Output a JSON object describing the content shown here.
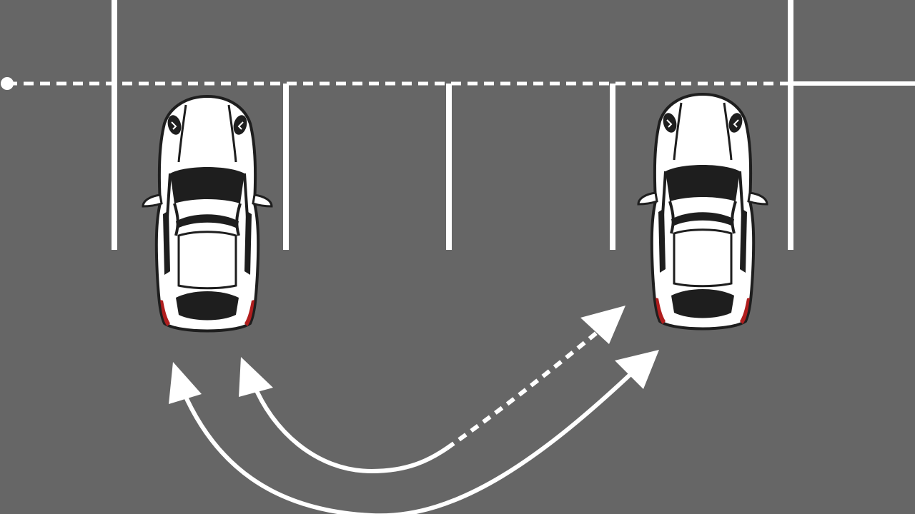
{
  "scene": {
    "background_color": "#666666",
    "marking_color": "#ffffff",
    "car_body_color": "#ffffff",
    "car_outline_color": "#1e1e1e",
    "taillight_color": "#b01e1e",
    "parking_bays": 4,
    "cars": [
      {
        "label": "",
        "facing": "up",
        "state": "parked"
      },
      {
        "label": "",
        "facing": "up",
        "state": "parked"
      }
    ],
    "paths": [
      {
        "style": "solid",
        "direction": "both-ends"
      },
      {
        "style": "solid-then-dashed",
        "direction": "both-ends"
      }
    ]
  }
}
